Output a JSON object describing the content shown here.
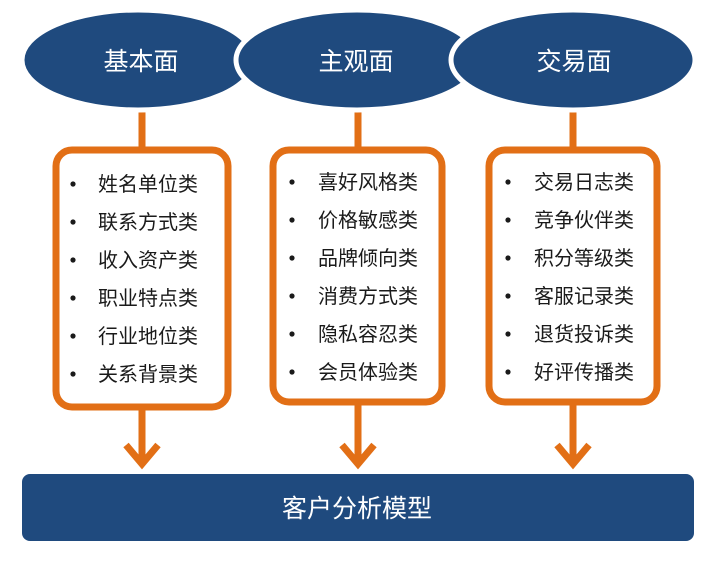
{
  "columns": [
    {
      "title": "基本面",
      "items": [
        "姓名单位类",
        "联系方式类",
        "收入资产类",
        "职业特点类",
        "行业地位类",
        "关系背景类"
      ]
    },
    {
      "title": "主观面",
      "items": [
        "喜好风格类",
        "价格敏感类",
        "品牌倾向类",
        "消费方式类",
        "隐私容忍类",
        "会员体验类"
      ]
    },
    {
      "title": "交易面",
      "items": [
        "交易日志类",
        "竞争伙伴类",
        "积分等级类",
        "客服记录类",
        "退货投诉类",
        "好评传播类"
      ]
    }
  ],
  "model": {
    "label": "客户分析模型"
  },
  "colors": {
    "navy": "#1f4a7e",
    "orange": "#e26f16"
  }
}
